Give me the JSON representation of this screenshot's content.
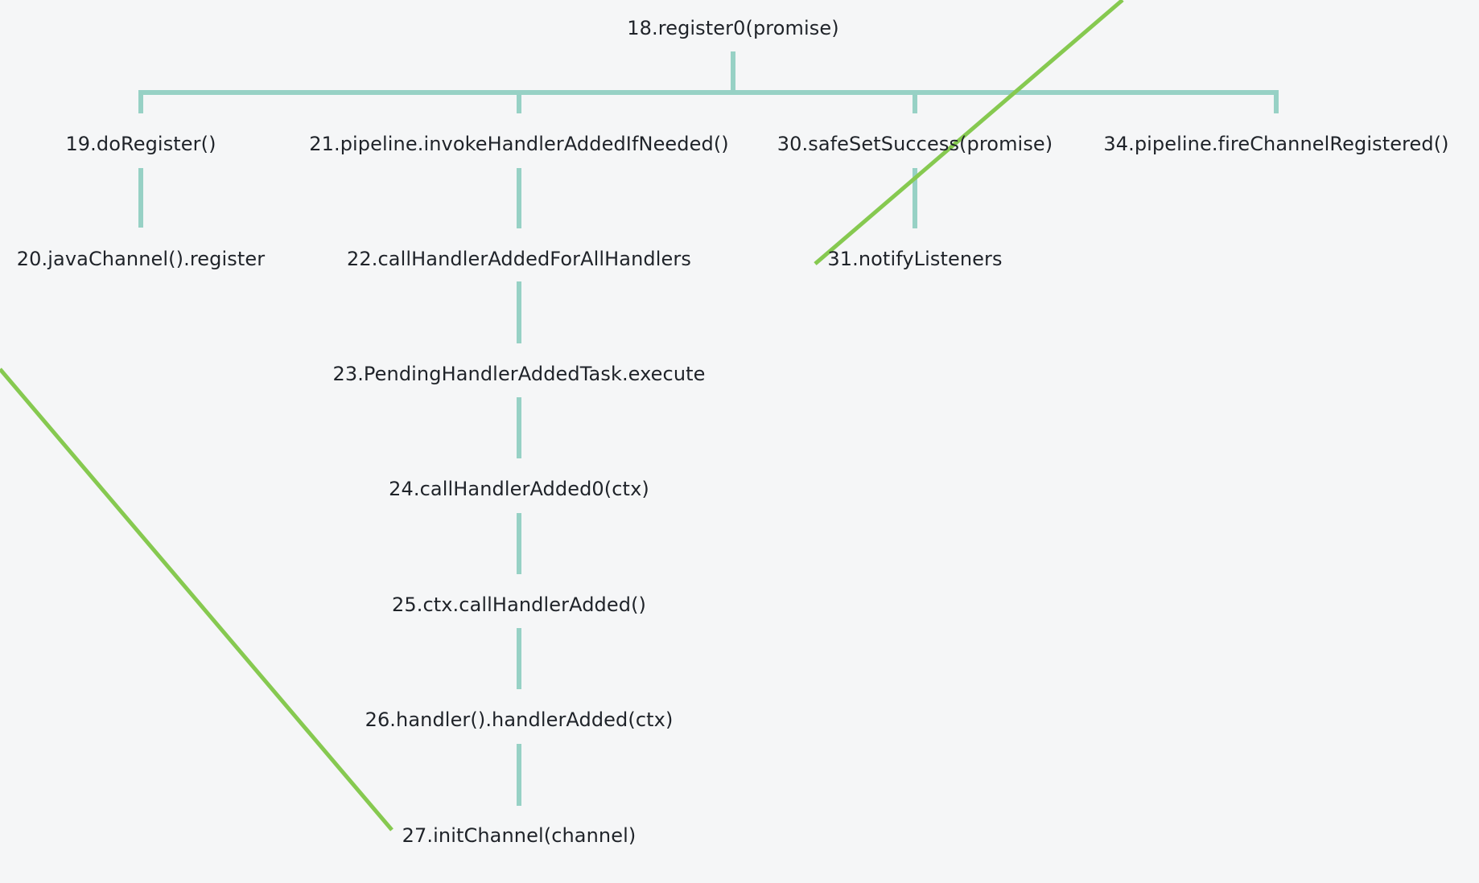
{
  "diagram": {
    "nodes": {
      "n18": "18.register0(promise)",
      "n19": "19.doRegister()",
      "n20": "20.javaChannel().register",
      "n21": "21.pipeline.invokeHandlerAddedIfNeeded()",
      "n22": "22.callHandlerAddedForAllHandlers",
      "n23": "23.PendingHandlerAddedTask.execute",
      "n24": "24.callHandlerAdded0(ctx)",
      "n25": "25.ctx.callHandlerAdded()",
      "n26": "26.handler().handlerAdded(ctx)",
      "n27": "27.initChannel(channel)",
      "n30": "30.safeSetSuccess(promise)",
      "n31": "31.notifyListeners",
      "n34": "34.pipeline.fireChannelRegistered()"
    },
    "colors": {
      "connector": "#97d1c5",
      "annotation_line": "#86c950",
      "background": "#f5f6f7",
      "text": "#1f2329"
    }
  }
}
